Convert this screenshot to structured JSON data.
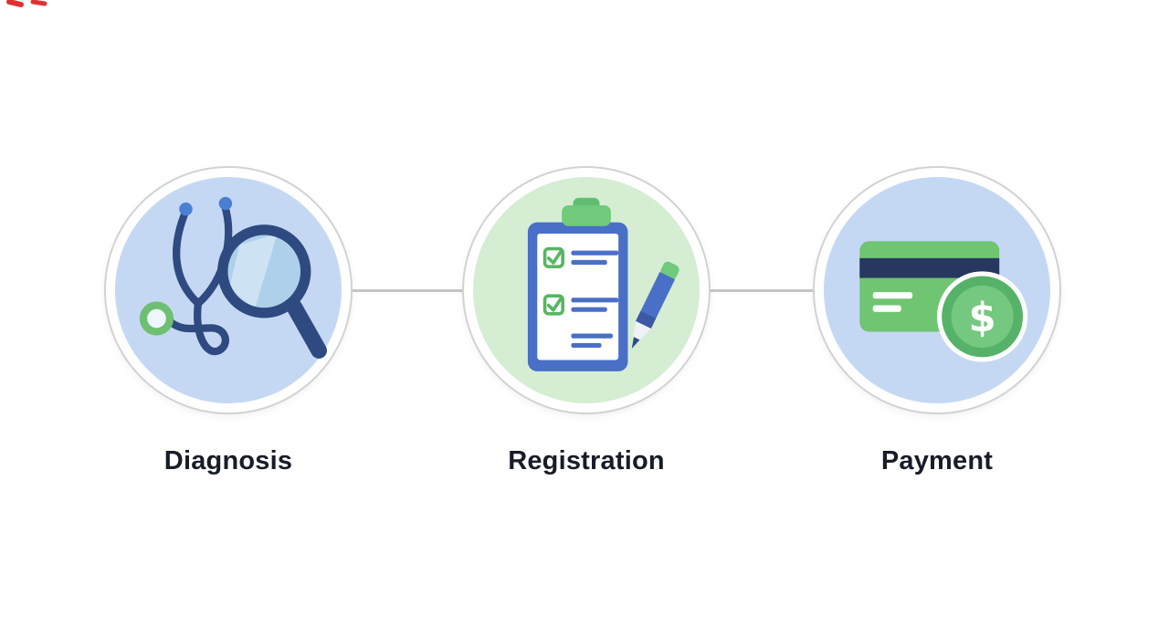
{
  "diagram": {
    "type": "process-steps",
    "step_count": 3
  },
  "steps": [
    {
      "id": "diagnosis",
      "label": "Diagnosis",
      "icon": "stethoscope-magnifier-icon",
      "circle_fill": "#c5d8f3"
    },
    {
      "id": "registration",
      "label": "Registration",
      "icon": "clipboard-checklist-pen-icon",
      "circle_fill": "#d5edd3"
    },
    {
      "id": "payment",
      "label": "Payment",
      "icon": "credit-card-coin-icon",
      "circle_fill": "#c5d8f3",
      "coin_symbol": "$"
    }
  ],
  "colors": {
    "background": "#ffffff",
    "ring_border": "#d2d2d2",
    "connector": "#c6c6c6",
    "label_text": "#171c28",
    "navy": "#2e4a80",
    "blue": "#4a6fc7",
    "green": "#6fca7c",
    "earpiece_blue": "#4a7fd4",
    "lens_blue": "#aed0ea",
    "card_green": "#6fc571",
    "coin_ring_green": "#56b269",
    "coin_center_green": "#74c87f",
    "stripe_navy": "#27375f",
    "stray_mark": "#e03131"
  }
}
